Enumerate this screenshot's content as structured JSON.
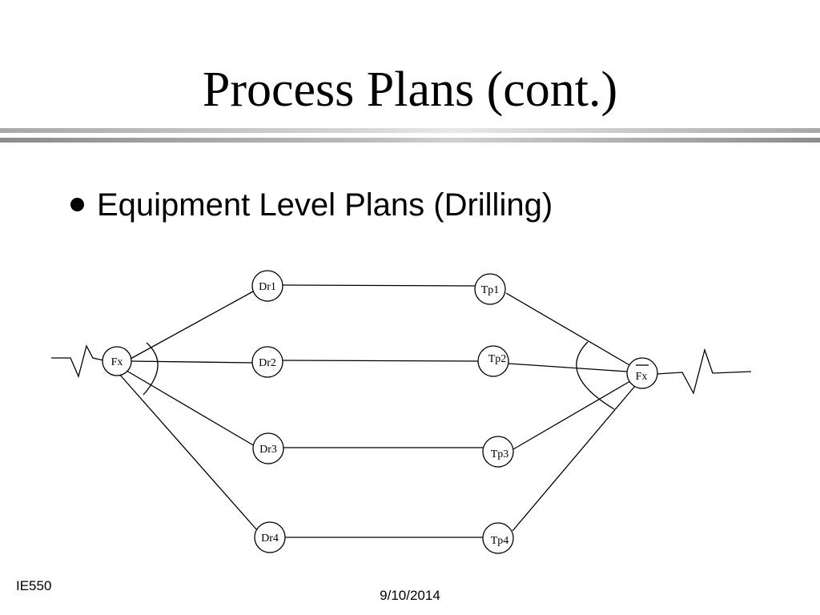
{
  "slide": {
    "title": "Process Plans (cont.)",
    "bullet": "Equipment Level Plans (Drilling)",
    "footer_left": "IE550",
    "footer_date": "9/10/2014"
  },
  "diagram": {
    "nodes": {
      "fx_left": "Fx",
      "dr1": "Dr1",
      "dr2": "Dr2",
      "dr3": "Dr3",
      "dr4": "Dr4",
      "tp1": "Tp1",
      "tp2": "Tp2",
      "tp3": "Tp3",
      "tp4": "Tp4",
      "fx_right": "Fx"
    },
    "fx_right_overbar": true
  }
}
